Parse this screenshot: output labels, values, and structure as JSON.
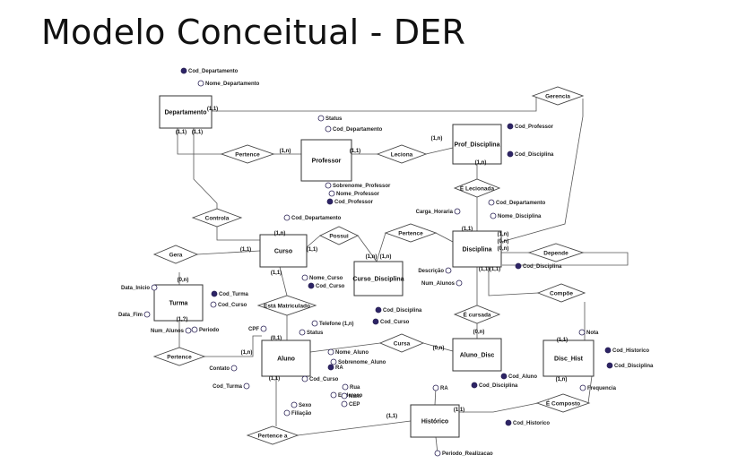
{
  "title": "Modelo Conceitual - DER",
  "colors": {
    "key_attribute": "#2d2466",
    "line": "#555555",
    "text": "#111111"
  },
  "entities": [
    {
      "id": "departamento",
      "label": "Departamento"
    },
    {
      "id": "professor",
      "label": "Professor"
    },
    {
      "id": "prof_disciplina",
      "label": "Prof_Disciplina"
    },
    {
      "id": "curso",
      "label": "Curso"
    },
    {
      "id": "disciplina",
      "label": "Disciplina"
    },
    {
      "id": "curso_disciplina",
      "label": "Curso_Disciplina"
    },
    {
      "id": "turma",
      "label": "Turma"
    },
    {
      "id": "aluno",
      "label": "Aluno"
    },
    {
      "id": "aluno_disc",
      "label": "Aluno_Disc"
    },
    {
      "id": "disc_hist",
      "label": "Disc_Hist"
    },
    {
      "id": "historico",
      "label": "Histórico"
    }
  ],
  "relationships": [
    {
      "id": "gerencia",
      "label": "Gerencia"
    },
    {
      "id": "pertence_prof",
      "label": "Pertence"
    },
    {
      "id": "leciona",
      "label": "Leciona"
    },
    {
      "id": "e_lecionada",
      "label": "É Lecionada"
    },
    {
      "id": "controla",
      "label": "Controla"
    },
    {
      "id": "possui",
      "label": "Possui"
    },
    {
      "id": "pertence_disc",
      "label": "Pertence"
    },
    {
      "id": "gera",
      "label": "Gera"
    },
    {
      "id": "depende",
      "label": "Depende"
    },
    {
      "id": "compoe",
      "label": "Compõe"
    },
    {
      "id": "esta_matriculado",
      "label": "Está Matriculado"
    },
    {
      "id": "e_cursada",
      "label": "É cursada"
    },
    {
      "id": "cursa",
      "label": "Cursa"
    },
    {
      "id": "pertence_turma",
      "label": "Pertence"
    },
    {
      "id": "e_composto",
      "label": "É Composto"
    },
    {
      "id": "pertence_a",
      "label": "Pertence a"
    }
  ],
  "attributes": [
    {
      "id": "cod_departamento_dep",
      "label": "Cod_Departamento",
      "key": true
    },
    {
      "id": "nome_departamento",
      "label": "Nome_Departamento",
      "key": false
    },
    {
      "id": "status_prof",
      "label": "Status",
      "key": false
    },
    {
      "id": "cod_departamento_prof",
      "label": "Cod_Departamento",
      "key": false
    },
    {
      "id": "sobrenome_professor",
      "label": "Sobrenome_Professor",
      "key": false
    },
    {
      "id": "nome_professor",
      "label": "Nome_Professor",
      "key": false
    },
    {
      "id": "cod_professor",
      "label": "Cod_Professor",
      "key": true
    },
    {
      "id": "cod_professor_pd",
      "label": "Cod_Professor",
      "key": true
    },
    {
      "id": "cod_disciplina_pd",
      "label": "Cod_Disciplina",
      "key": true
    },
    {
      "id": "cod_departamento_curso",
      "label": "Cod_Departamento",
      "key": false
    },
    {
      "id": "nome_curso",
      "label": "Nome_Curso",
      "key": false
    },
    {
      "id": "cod_curso",
      "label": "Cod_Curso",
      "key": true
    },
    {
      "id": "carga_horaria",
      "label": "Carga_Horaria",
      "key": false
    },
    {
      "id": "cod_departamento_disc",
      "label": "Cod_Departamento",
      "key": false
    },
    {
      "id": "nome_disciplina",
      "label": "Nome_Disciplina",
      "key": false
    },
    {
      "id": "descricao",
      "label": "Descrição",
      "key": false
    },
    {
      "id": "num_alunos_disc",
      "label": "Num_Alunos",
      "key": false
    },
    {
      "id": "cod_disciplina_disc",
      "label": "Cod_Disciplina",
      "key": true
    },
    {
      "id": "cod_disciplina_cd",
      "label": "Cod_Disciplina",
      "key": true
    },
    {
      "id": "cod_curso_cd",
      "label": "Cod_Curso",
      "key": true
    },
    {
      "id": "data_inicio",
      "label": "Data_Inicio",
      "key": false
    },
    {
      "id": "data_fim",
      "label": "Data_Fim",
      "key": false
    },
    {
      "id": "num_alunos_turma",
      "label": "Num_Alunos",
      "key": false
    },
    {
      "id": "cod_turma",
      "label": "Cod_Turma",
      "key": true
    },
    {
      "id": "cod_curso_turma",
      "label": "Cod_Curso",
      "key": false
    },
    {
      "id": "periodo",
      "label": "Periodo",
      "key": false
    },
    {
      "id": "cpf",
      "label": "CPF",
      "key": false
    },
    {
      "id": "telefone",
      "label": "Telefone (1,n)",
      "key": false
    },
    {
      "id": "status_aluno",
      "label": "Status",
      "key": false
    },
    {
      "id": "nome_aluno",
      "label": "Nome_Aluno",
      "key": false
    },
    {
      "id": "sobrenome_aluno",
      "label": "Sobrenome_Aluno",
      "key": false
    },
    {
      "id": "ra",
      "label": "RA",
      "key": true
    },
    {
      "id": "contato",
      "label": "Contato",
      "key": false
    },
    {
      "id": "cod_turma_aluno",
      "label": "Cod_Turma",
      "key": false
    },
    {
      "id": "cod_curso_aluno",
      "label": "Cod_Curso",
      "key": false
    },
    {
      "id": "endereco",
      "label": "Endereco",
      "key": false
    },
    {
      "id": "rua",
      "label": "Rua",
      "key": false
    },
    {
      "id": "num",
      "label": "Num",
      "key": false
    },
    {
      "id": "cep",
      "label": "CEP",
      "key": false
    },
    {
      "id": "sexo",
      "label": "Sexo",
      "key": false
    },
    {
      "id": "filiacao",
      "label": "Filiação",
      "key": false
    },
    {
      "id": "cod_aluno_ad",
      "label": "Cod_Aluno",
      "key": true
    },
    {
      "id": "cod_disciplina_ad",
      "label": "Cod_Disciplina",
      "key": true
    },
    {
      "id": "nota",
      "label": "Nota",
      "key": false
    },
    {
      "id": "cod_historico_dh",
      "label": "Cod_Historico",
      "key": true
    },
    {
      "id": "cod_disciplina_dh",
      "label": "Cod_Disciplina",
      "key": true
    },
    {
      "id": "frequencia",
      "label": "Frequencia",
      "key": false
    },
    {
      "id": "ra_hist",
      "label": "RA",
      "key": false
    },
    {
      "id": "cod_historico",
      "label": "Cod_Historico",
      "key": true
    },
    {
      "id": "periodo_realizacao",
      "label": "Periodo_Realizacao",
      "key": false
    }
  ],
  "cardinalities": [
    {
      "id": "c_dep_gerencia",
      "label": "(1,1)"
    },
    {
      "id": "c_dep_pertence",
      "label": "(1,1)"
    },
    {
      "id": "c_dep_controla",
      "label": "(1,1)"
    },
    {
      "id": "c_prof_pertence",
      "label": "(1,n)"
    },
    {
      "id": "c_prof_leciona",
      "label": "(1,1)"
    },
    {
      "id": "c_pd_leciona",
      "label": "(1,n)"
    },
    {
      "id": "c_pd_elec",
      "label": "(1,n)"
    },
    {
      "id": "c_curso_controla",
      "label": "(1,n)"
    },
    {
      "id": "c_curso_gera",
      "label": "(1,1)"
    },
    {
      "id": "c_curso_possui",
      "label": "(1,1)"
    },
    {
      "id": "c_curso_matric",
      "label": "(1,1)"
    },
    {
      "id": "c_cd_possui",
      "label": "(1,n)"
    },
    {
      "id": "c_cd_pertence",
      "label": "(1,n)"
    },
    {
      "id": "c_disc_elec",
      "label": "(1,1)"
    },
    {
      "id": "c_disc_dep1",
      "label": "(1,n)"
    },
    {
      "id": "c_disc_dep2",
      "label": "(0,n)"
    },
    {
      "id": "c_disc_dep3",
      "label": "(0,n)"
    },
    {
      "id": "c_disc_cursada",
      "label": "(1,1)"
    },
    {
      "id": "c_disc_compoe",
      "label": "(1,1)"
    },
    {
      "id": "c_turma_gera",
      "label": "(0,n)"
    },
    {
      "id": "c_turma_pertence",
      "label": "(1,?)"
    },
    {
      "id": "c_aluno_matric",
      "label": "(0,1)"
    },
    {
      "id": "c_aluno_pertence",
      "label": "(1,n)"
    },
    {
      "id": "c_aluno_pertencea",
      "label": "(1,1)"
    },
    {
      "id": "c_ad_cursada",
      "label": "(0,n)"
    },
    {
      "id": "c_ad_cursa",
      "label": "(0,n)"
    },
    {
      "id": "c_dh_compoe",
      "label": "(1,1)"
    },
    {
      "id": "c_dh_ecomposto",
      "label": "(1,n)"
    },
    {
      "id": "c_hist_pertencea",
      "label": "(1,1)"
    },
    {
      "id": "c_hist_ecomposto",
      "label": "(1,1)"
    }
  ]
}
